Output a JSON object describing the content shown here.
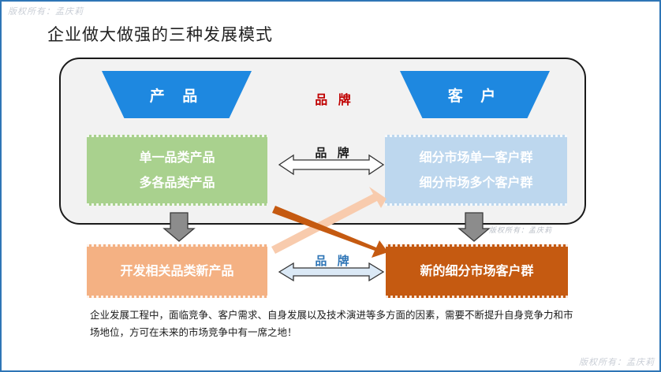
{
  "watermark": "版权所有：孟庆莉",
  "title": "企业做大做强的三种发展模式",
  "top_labels": {
    "product": "产 品",
    "customer": "客 户",
    "brand_center": "品 牌"
  },
  "brand_link_top": "品 牌",
  "brand_link_bottom": "品 牌",
  "box_single_category": {
    "line1": "单一品类产品",
    "line2": "多各品类产品"
  },
  "box_segment": {
    "line1": "细分市场单一客户群",
    "line2": "细分市场多个客户群"
  },
  "box_new_product": "开发相关品类新产品",
  "box_new_segment": "新的细分市场客户群",
  "caption": "企业发展工程中，面临竞争、客户需求、自身发展以及技术演进等多方面的因素，需要不断提升自身竞争力和市场地位，方可在未来的市场竞争中有一席之地！",
  "colors": {
    "trapezoid_blue": "#1e88e0",
    "green_box": "#a9d18e",
    "light_blue_box": "#bdd7ee",
    "peach_box": "#f4b183",
    "orange_box": "#c55a11",
    "brand_red": "#c00000",
    "brand_blue": "#2e75b6"
  }
}
